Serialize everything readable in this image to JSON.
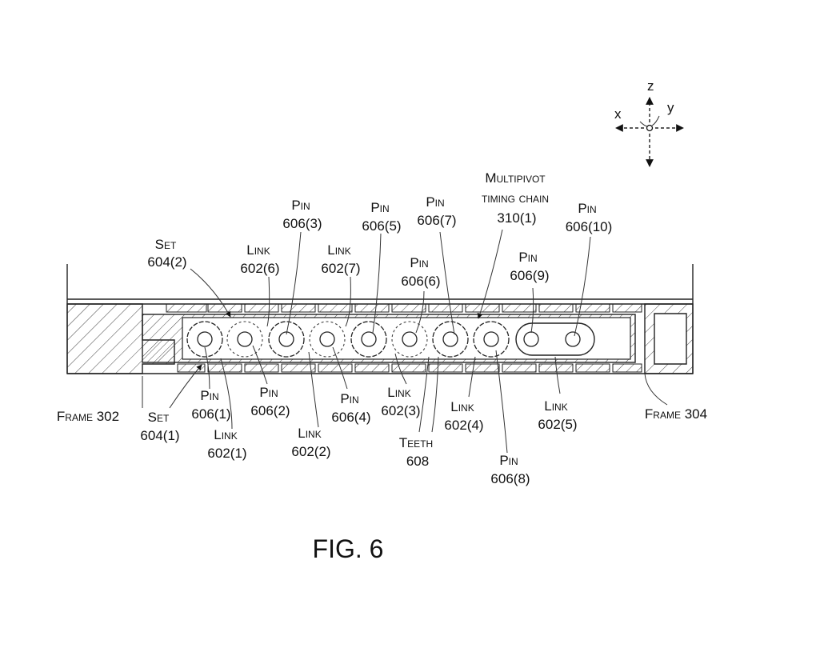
{
  "figure": {
    "caption": "FIG. 6"
  },
  "axes": {
    "z": "z",
    "x": "x",
    "y": "y"
  },
  "labels": {
    "set_604_2": [
      "Set",
      "604(2)"
    ],
    "pin_606_3": [
      "Pin",
      "606(3)"
    ],
    "link_602_6": [
      "Link",
      "602(6)"
    ],
    "link_602_7": [
      "Link",
      "602(7)"
    ],
    "pin_606_5": [
      "Pin",
      "606(5)"
    ],
    "pin_606_7": [
      "Pin",
      "606(7)"
    ],
    "pin_606_6": [
      "Pin",
      "606(6)"
    ],
    "chain_310_1": [
      "Multipivot",
      "timing chain",
      "310(1)"
    ],
    "pin_606_9": [
      "Pin",
      "606(9)"
    ],
    "pin_606_10": [
      "Pin",
      "606(10)"
    ],
    "frame_302": [
      "Frame 302"
    ],
    "set_604_1": [
      "Set",
      "604(1)"
    ],
    "pin_606_1": [
      "Pin",
      "606(1)"
    ],
    "link_602_1": [
      "Link",
      "602(1)"
    ],
    "pin_606_2": [
      "Pin",
      "606(2)"
    ],
    "link_602_2": [
      "Link",
      "602(2)"
    ],
    "pin_606_4": [
      "Pin",
      "606(4)"
    ],
    "link_602_3": [
      "Link",
      "602(3)"
    ],
    "teeth_608": [
      "Teeth",
      "608"
    ],
    "link_602_4": [
      "Link",
      "602(4)"
    ],
    "pin_606_8": [
      "Pin",
      "606(8)"
    ],
    "link_602_5": [
      "Link",
      "602(5)"
    ],
    "frame_304": [
      "Frame 304"
    ]
  }
}
